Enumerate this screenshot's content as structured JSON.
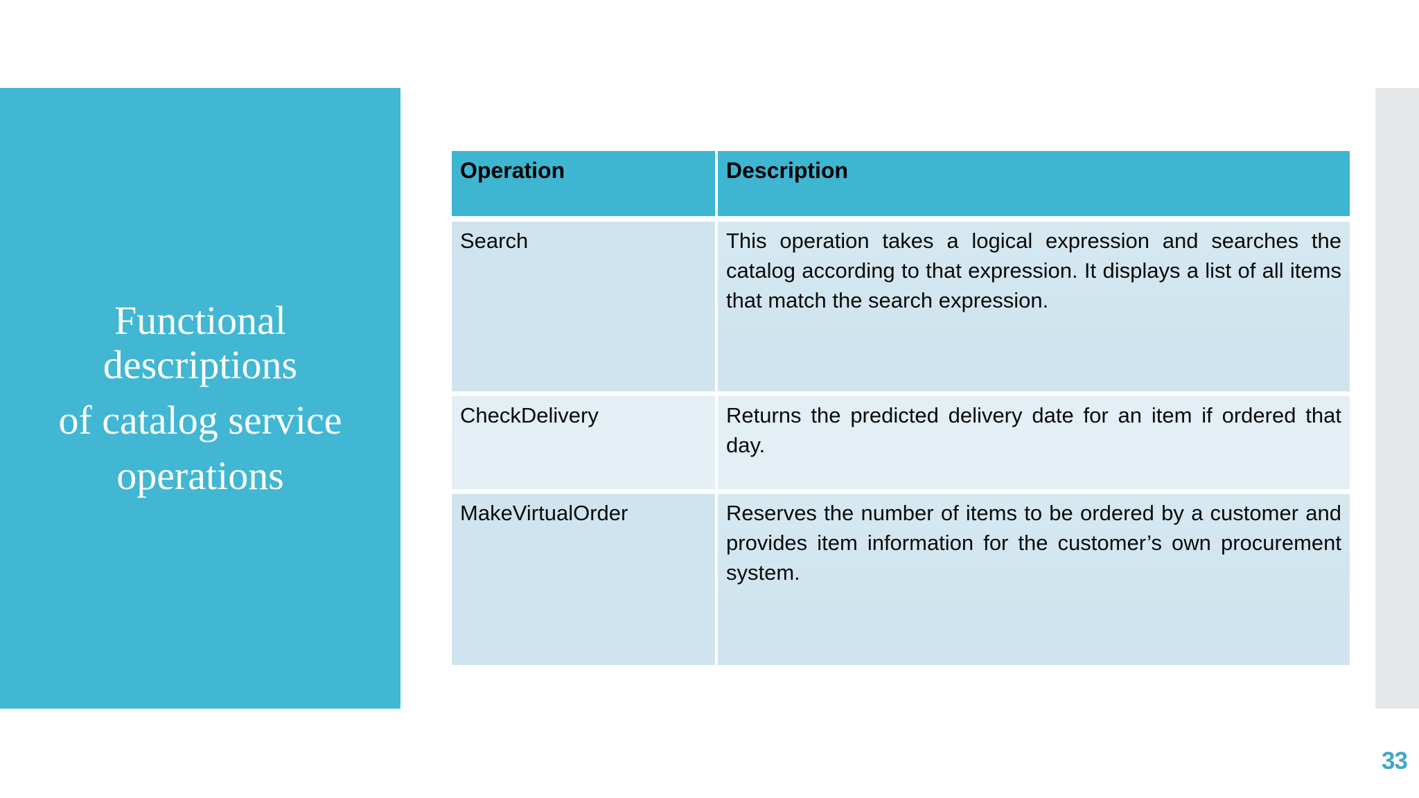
{
  "slide": {
    "page_number": "33"
  },
  "sidebar": {
    "title_lines": [
      "Functional",
      "descriptions",
      "of catalog service",
      "operations"
    ]
  },
  "table": {
    "header": {
      "operation": "Operation",
      "description": "Description"
    },
    "rows": [
      {
        "operation": "Search",
        "description": "This operation takes a logical expression and searches the catalog according to that expression. It displays a list of all items that match the search expression."
      },
      {
        "operation": "CheckDelivery",
        "description": "Returns the predicted delivery date for an item if ordered that day."
      },
      {
        "operation": "MakeVirtualOrder",
        "description": "Reserves the number of items to be ordered by a customer and provides item information for the customer’s own procurement system."
      }
    ]
  },
  "colors": {
    "accent_teal": "#41B7D3",
    "table_header_teal": "#3EB5D1",
    "row_blue": "#CFE4EE",
    "row_blue_light": "#E4EEF5",
    "edge_gray": "#E6E7E8",
    "page_number_teal": "#3EA7C6",
    "title_text": "#FFFFFF",
    "body_text": "#0A0A0A"
  }
}
